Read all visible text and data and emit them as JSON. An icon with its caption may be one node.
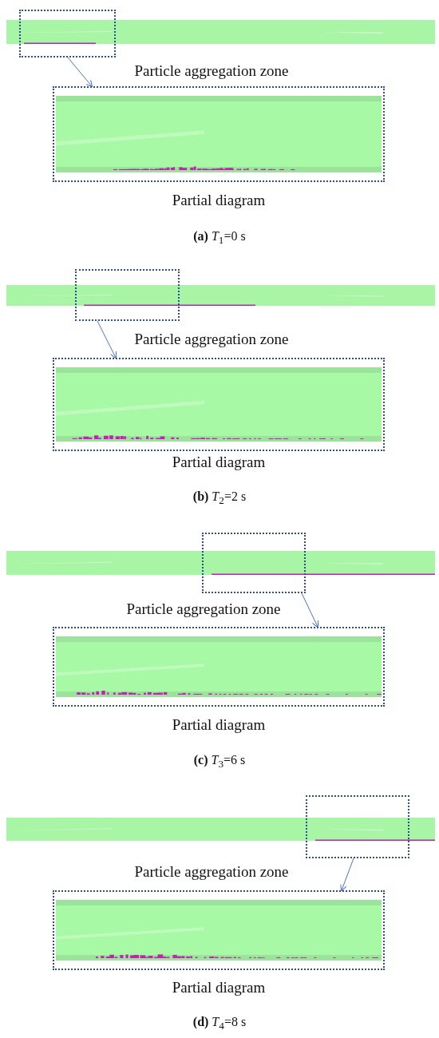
{
  "diagram": {
    "nodes": [
      {
        "text": [],
        "shape": "box"
      },
      {
        "text": [],
        "shape": "box",
        "beside": [
          "Partial diagram"
        ]
      },
      {
        "text": [],
        "shape": "box"
      },
      {
        "text": [],
        "shape": "box",
        "beside": [
          "Partial diagram"
        ]
      },
      {
        "text": [],
        "shape": "box"
      },
      {
        "text": [],
        "shape": "box",
        "beside": [
          "Partial diagram"
        ]
      },
      {
        "text": [],
        "shape": "box"
      },
      {
        "text": [],
        "shape": "box",
        "beside": [
          "Partial diagram"
        ]
      }
    ],
    "edges": [
      {
        "from": 0,
        "to": 1,
        "arrow": "to"
      },
      {
        "from": 2,
        "to": 3,
        "arrow": "to"
      },
      {
        "from": 4,
        "to": 5,
        "arrow": "to"
      },
      {
        "from": 6,
        "to": 7,
        "arrow": "to"
      }
    ],
    "labels": [
      "Particle aggregation zone",
      "**(a)** *T*$_{1}$=0 s",
      "Particle aggregation zone",
      "**(b)** *T*$_{2}$=2 s",
      "Particle aggregation zone",
      "**(c)** *T*$_{3}$=6 s",
      "Particle aggregation zone",
      "**(d)** *T*$_{4}$=8 s"
    ]
  }
}
